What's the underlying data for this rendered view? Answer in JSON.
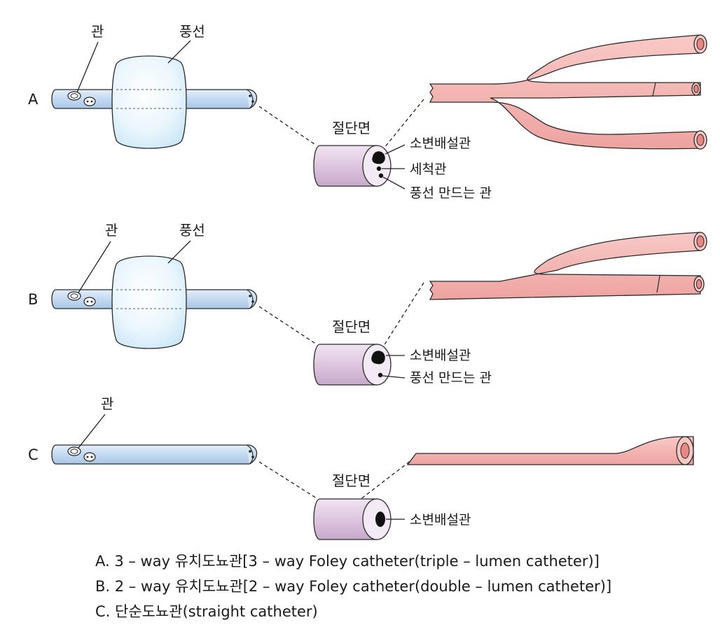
{
  "panels": [
    {
      "letter": "A",
      "tube_label": "관",
      "balloon_label": "풍선",
      "section_label": "절단면",
      "lumens": [
        "소변배설관",
        "세척관",
        "풍선 만드는 관"
      ]
    },
    {
      "letter": "B",
      "tube_label": "관",
      "balloon_label": "풍선",
      "section_label": "절단면",
      "lumens": [
        "소변배설관",
        "풍선 만드는 관"
      ]
    },
    {
      "letter": "C",
      "tube_label": "관",
      "section_label": "절단면",
      "lumens": [
        "소변배설관"
      ]
    }
  ],
  "captions": [
    "A. 3 – way 유치도뇨관[3 – way Foley catheter(triple – lumen catheter)]",
    "B. 2 – way 유치도뇨관[2 – way Foley catheter(double – lumen catheter)]",
    "C. 단순도뇨관(straight catheter)"
  ],
  "colors": {
    "tube_fill": "#c9ddf2",
    "balloon_fill": "#eaf6fd",
    "section_fill": "#e4cfe6",
    "branch_fill": "#f4b7b4",
    "lumen_fill": "#111111"
  }
}
